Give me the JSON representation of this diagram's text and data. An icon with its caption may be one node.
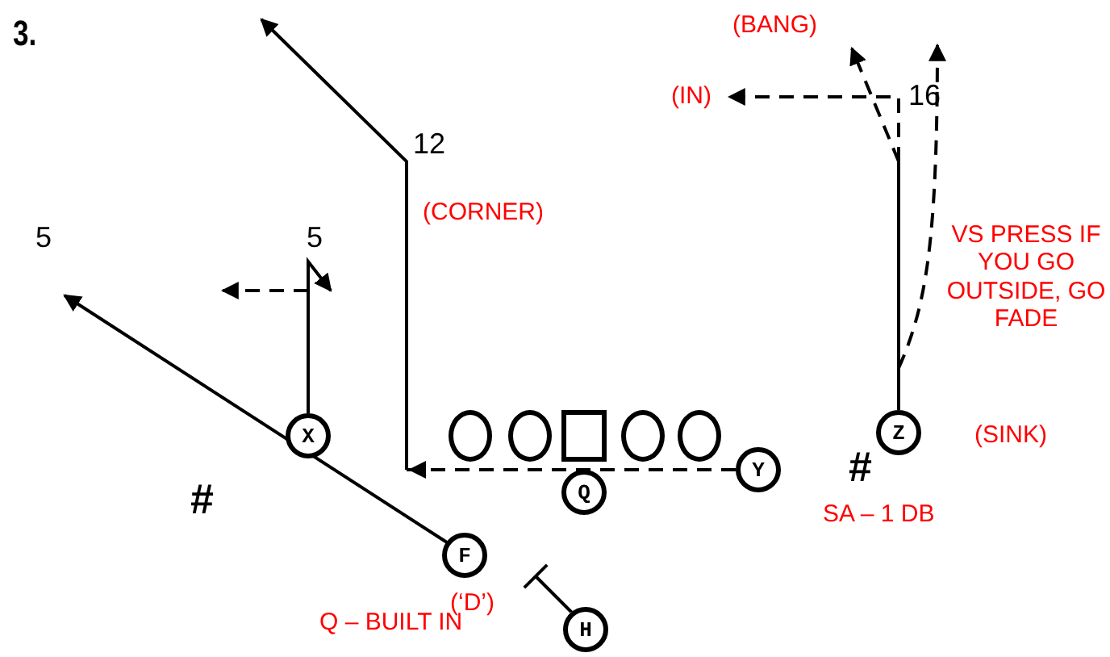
{
  "diagram": {
    "title": "3.",
    "nodes": [
      {
        "text": [
          "X"
        ]
      },
      {
        "text": [],
        "shape": "circle"
      },
      {
        "text": [],
        "shape": "circle"
      },
      {
        "text": [],
        "shape": "box"
      },
      {
        "text": [],
        "shape": "circle"
      },
      {
        "text": [],
        "shape": "circle"
      },
      {
        "text": [
          "Q"
        ]
      },
      {
        "text": [
          "Y"
        ]
      },
      {
        "text": [
          "Z"
        ],
        "beside": [
          "(SINK)"
        ]
      },
      {
        "text": [
          "F"
        ],
        "beside": [
          "(‘D’)"
        ]
      },
      {
        "text": [
          "H"
        ]
      }
    ],
    "edges": [
      {
        "from": 0,
        "to": null,
        "arrow": "to"
      },
      {
        "from": 0,
        "to": null,
        "arrow": "to",
        "style": "dashed"
      },
      {
        "from": 9,
        "to": null,
        "arrow": "to"
      },
      {
        "from": 10,
        "to": null,
        "arrow": "other"
      },
      {
        "from": 7,
        "to": null,
        "arrow": "to",
        "style": "dashed",
        "label": "(CORNER)"
      },
      {
        "from": 8,
        "to": null,
        "arrow": "to",
        "style": "dashed",
        "label": "(BANG)"
      },
      {
        "from": 8,
        "to": null,
        "arrow": "to",
        "style": "dashed",
        "label": "(IN)"
      },
      {
        "from": 8,
        "to": null,
        "arrow": "to",
        "style": "dashed"
      }
    ],
    "labels": [
      "12",
      "16",
      "5",
      "5",
      "VS PRESS IF YOU GO OUTSIDE, GO FADE",
      "#",
      "#",
      "SA – 1 DB",
      "Q – BUILT IN"
    ]
  }
}
